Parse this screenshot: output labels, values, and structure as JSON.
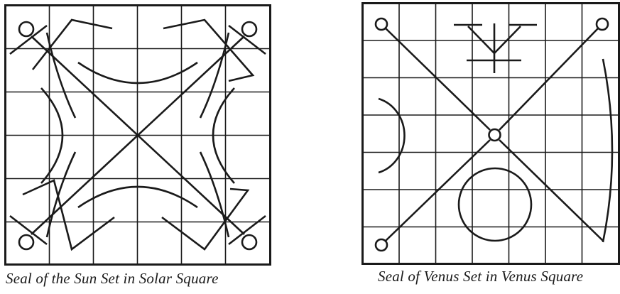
{
  "figures": [
    {
      "caption": "Seal of the Sun Set in Solar Square",
      "subject": "sun-seal",
      "grid": "6x6"
    },
    {
      "caption": "Seal of Venus Set in Venus Square",
      "subject": "venus-seal",
      "grid": "7x7"
    }
  ],
  "colors": {
    "ink": "#1a1a1a",
    "paper": "#ffffff"
  }
}
